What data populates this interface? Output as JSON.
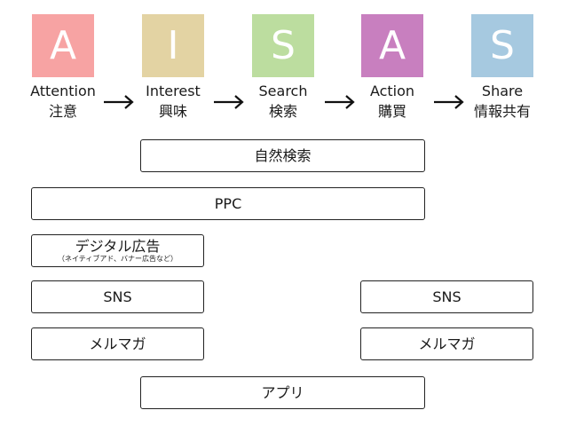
{
  "stages": [
    {
      "letter": "A",
      "en": "Attention",
      "jp": "注意",
      "color": "#f7a3a3"
    },
    {
      "letter": "I",
      "en": "Interest",
      "jp": "興味",
      "color": "#e3d3a3"
    },
    {
      "letter": "S",
      "en": "Search",
      "jp": "検索",
      "color": "#bcdd9f"
    },
    {
      "letter": "A",
      "en": "Action",
      "jp": "購買",
      "color": "#c87fbf"
    },
    {
      "letter": "S",
      "en": "Share",
      "jp": "情報共有",
      "color": "#a6c9e0"
    }
  ],
  "channels": {
    "natural_search": "自然検索",
    "ppc": "PPC",
    "digital_ad": "デジタル広告",
    "digital_ad_note": "（ネイティブアド、バナー広告など）",
    "sns_left": "SNS",
    "sns_right": "SNS",
    "mailmag_left": "メルマガ",
    "mailmag_right": "メルマガ",
    "app": "アプリ"
  }
}
